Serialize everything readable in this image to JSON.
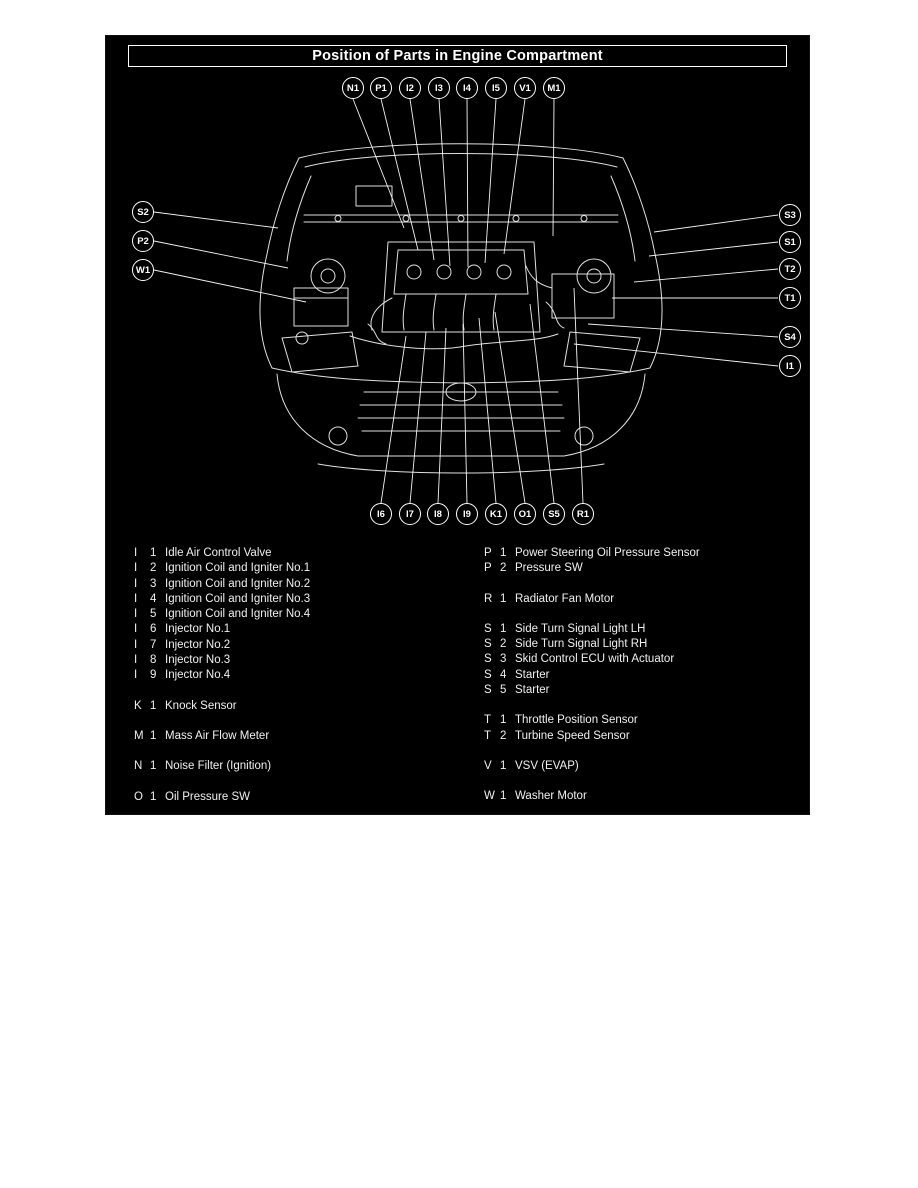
{
  "title": "Position of Parts in Engine Compartment",
  "colors": {
    "panel_bg": "#000000",
    "line": "#ffffff",
    "page_bg": "#ffffff"
  },
  "callouts": {
    "top": [
      "N1",
      "P1",
      "I2",
      "I3",
      "I4",
      "I5",
      "V1",
      "M1"
    ],
    "left": [
      "S2",
      "P2",
      "W1"
    ],
    "right": [
      "S3",
      "S1",
      "T2",
      "T1",
      "S4",
      "I1"
    ],
    "bottom": [
      "I6",
      "I7",
      "I8",
      "I9",
      "K1",
      "O1",
      "S5",
      "R1"
    ]
  },
  "legend": {
    "left": [
      {
        "items": [
          {
            "letter": "I",
            "num": "1",
            "desc": "Idle Air Control Valve"
          },
          {
            "letter": "I",
            "num": "2",
            "desc": "Ignition Coil and Igniter No.1"
          },
          {
            "letter": "I",
            "num": "3",
            "desc": "Ignition Coil and Igniter No.2"
          },
          {
            "letter": "I",
            "num": "4",
            "desc": "Ignition Coil and Igniter No.3"
          },
          {
            "letter": "I",
            "num": "5",
            "desc": "Ignition Coil and Igniter No.4"
          },
          {
            "letter": "I",
            "num": "6",
            "desc": "Injector No.1"
          },
          {
            "letter": "I",
            "num": "7",
            "desc": "Injector No.2"
          },
          {
            "letter": "I",
            "num": "8",
            "desc": "Injector No.3"
          },
          {
            "letter": "I",
            "num": "9",
            "desc": "Injector No.4"
          }
        ]
      },
      {
        "items": [
          {
            "letter": "K",
            "num": "1",
            "desc": "Knock Sensor"
          }
        ]
      },
      {
        "items": [
          {
            "letter": "M",
            "num": "1",
            "desc": "Mass Air Flow Meter"
          }
        ]
      },
      {
        "items": [
          {
            "letter": "N",
            "num": "1",
            "desc": "Noise Filter (Ignition)"
          }
        ]
      },
      {
        "items": [
          {
            "letter": "O",
            "num": "1",
            "desc": "Oil Pressure SW"
          }
        ]
      }
    ],
    "right": [
      {
        "items": [
          {
            "letter": "P",
            "num": "1",
            "desc": "Power Steering Oil Pressure Sensor"
          },
          {
            "letter": "P",
            "num": "2",
            "desc": "Pressure SW"
          }
        ]
      },
      {
        "items": [
          {
            "letter": "R",
            "num": "1",
            "desc": "Radiator Fan Motor"
          }
        ]
      },
      {
        "items": [
          {
            "letter": "S",
            "num": "1",
            "desc": "Side Turn Signal Light LH"
          },
          {
            "letter": "S",
            "num": "2",
            "desc": "Side Turn Signal Light RH"
          },
          {
            "letter": "S",
            "num": "3",
            "desc": "Skid Control ECU with Actuator"
          },
          {
            "letter": "S",
            "num": "4",
            "desc": "Starter"
          },
          {
            "letter": "S",
            "num": "5",
            "desc": "Starter"
          }
        ]
      },
      {
        "items": [
          {
            "letter": "T",
            "num": "1",
            "desc": "Throttle Position Sensor"
          },
          {
            "letter": "T",
            "num": "2",
            "desc": "Turbine Speed Sensor"
          }
        ]
      },
      {
        "items": [
          {
            "letter": "V",
            "num": "1",
            "desc": "VSV (EVAP)"
          }
        ]
      },
      {
        "items": [
          {
            "letter": "W",
            "num": "1",
            "desc": "Washer Motor"
          }
        ]
      }
    ]
  }
}
